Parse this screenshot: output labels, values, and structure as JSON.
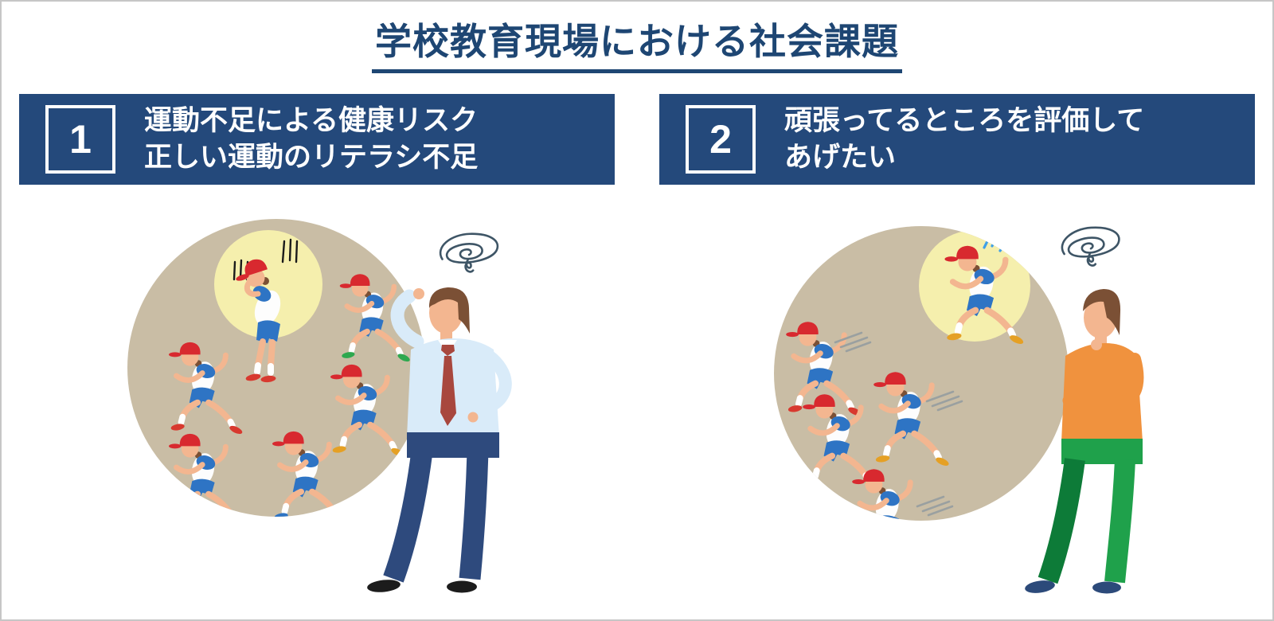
{
  "slide": {
    "title": "学校教育現場における社会課題"
  },
  "sections": [
    {
      "number": "1",
      "heading_lines": [
        "運動不足による健康リスク",
        "正しい運動のリテラシ不足"
      ],
      "illustration": "students-running-one-exhausted-in-spotlight-confused-teacher"
    },
    {
      "number": "2",
      "heading_lines": [
        "頑張ってるところを評価して",
        "あげたい"
      ],
      "illustration": "students-running-one-trying-hard-in-spotlight-pondering-teacher"
    }
  ],
  "colors": {
    "slide_border": "#c6c6c6",
    "navy": "#24497b",
    "title_navy": "#1e4673",
    "header_text": "#ffffff",
    "circle_beige": "#c9bda5",
    "spotlight_yellow": "#f5efad",
    "cap_red": "#d8292f",
    "uniform_blue": "#2e74c4",
    "skin": "#f3b690",
    "shirt_white": "#fdfdfd",
    "hair_brown": "#7b5035",
    "teacher_shirt": "#d9ebf9",
    "teacher_tie": "#a8473e",
    "teacher_pants": "#2e4a7d",
    "teacher_shoes": "#1c1c1c",
    "man_sweater": "#f0923e",
    "man_pants_front": "#1fa14b",
    "man_pants_back": "#0d7b38",
    "man_shoes": "#2c4a7a",
    "scribble": "#3e5566",
    "speed_lines": "#9aa0a0",
    "gloom_lines": "#1a1a1a",
    "sweat_blue": "#3fa0e8"
  }
}
